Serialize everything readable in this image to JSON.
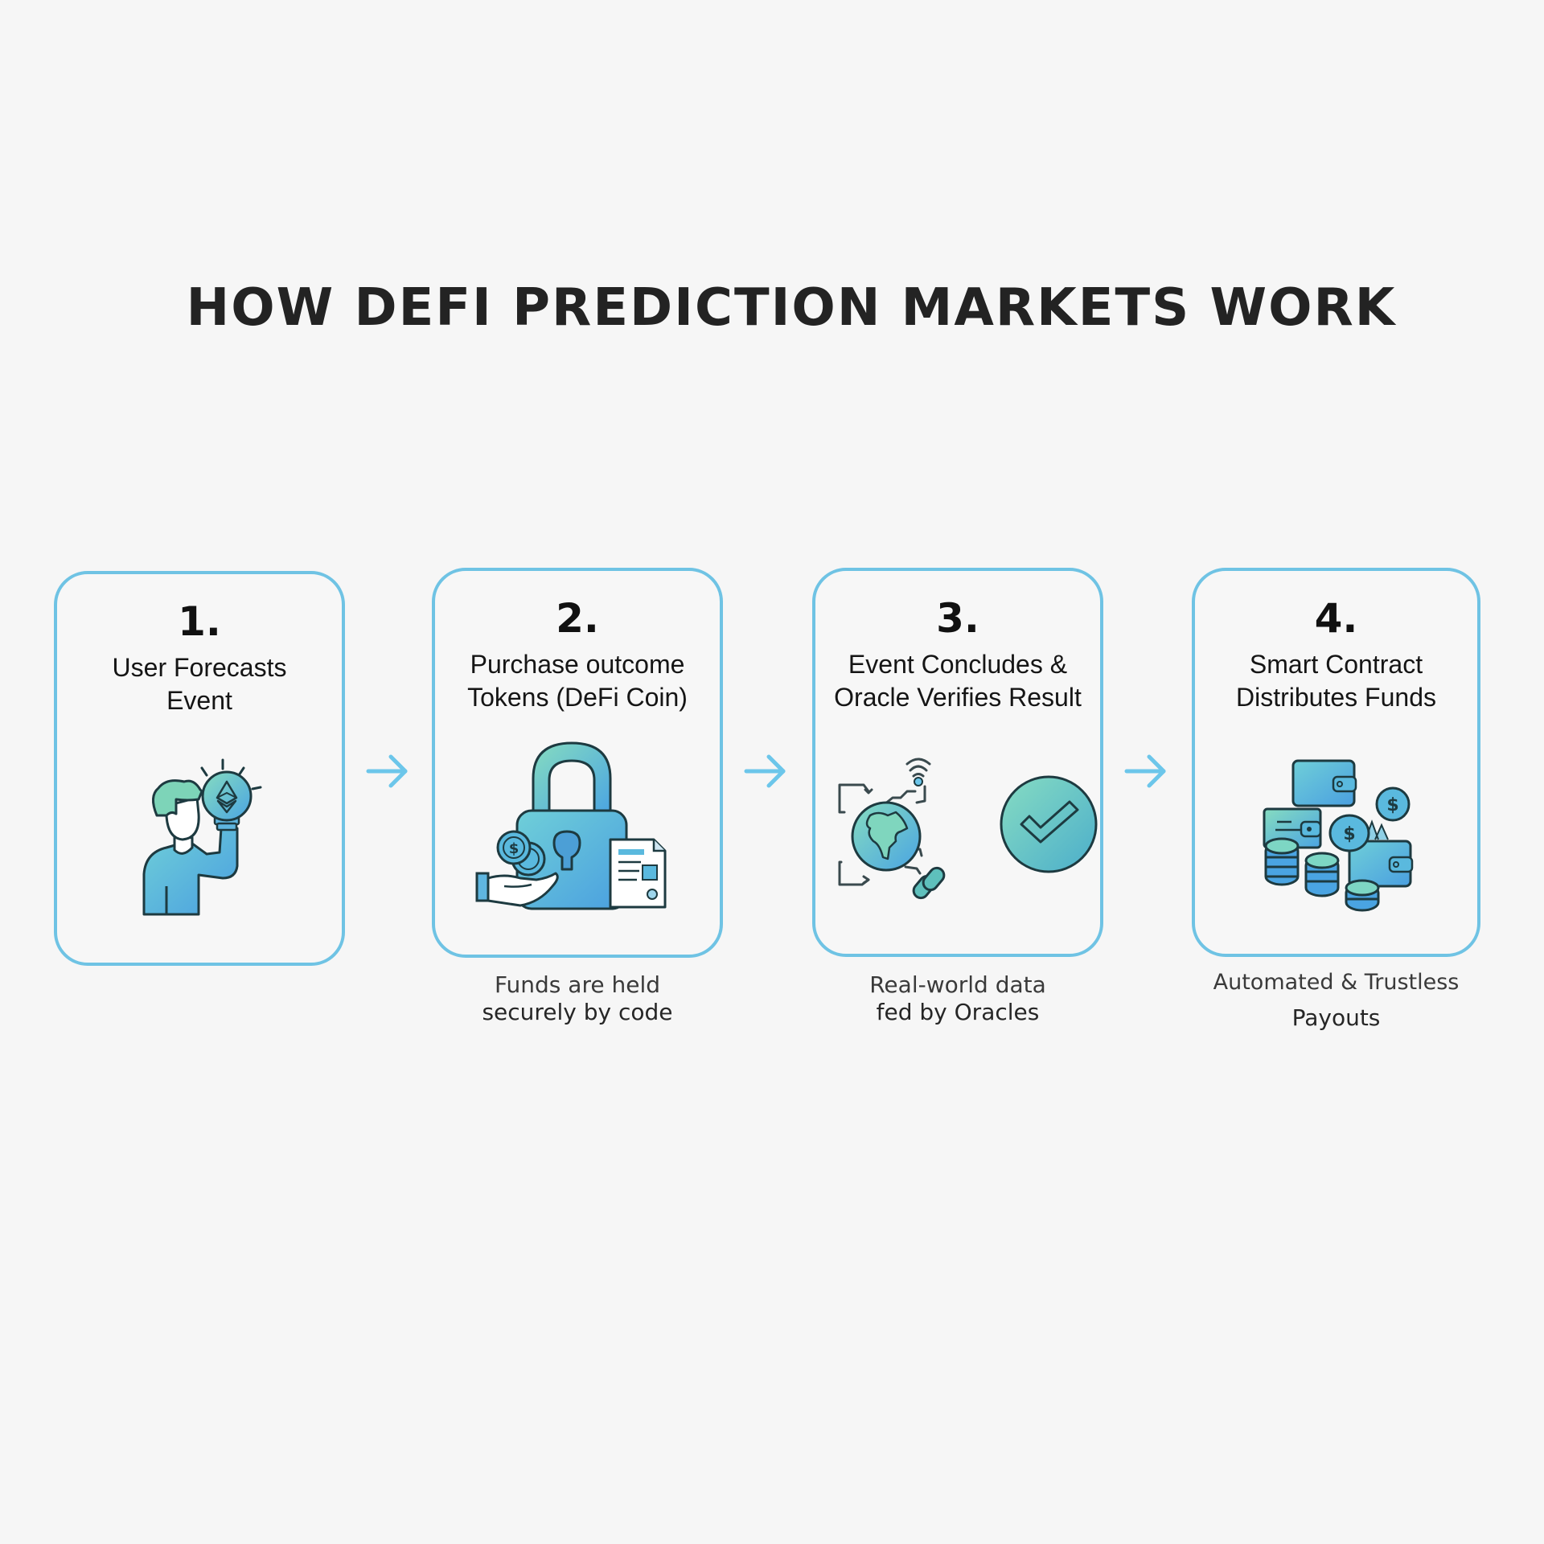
{
  "title": "HOW DEFI PREDICTION MARKETS WORK",
  "colors": {
    "background": "#f6f6f6",
    "card_border": "#6fc3e4",
    "arrow": "#6cc6ea",
    "icon_teal": "#7dd9c0",
    "icon_blue": "#4fa8e0",
    "icon_stroke": "#1d3a40",
    "text": "#151515"
  },
  "steps": [
    {
      "number": "1.",
      "headline_line1": "User Forecasts",
      "headline_line2": "Event",
      "icon": "person-lightbulb-ethereum-icon",
      "caption_line1": "",
      "caption_line2": ""
    },
    {
      "number": "2.",
      "headline_line1": "Purchase outcome",
      "headline_line2": "Tokens (DeFi Coin)",
      "icon": "padlock-coins-contract-icon",
      "caption_line1": "Funds are held",
      "caption_line2": "securely by code"
    },
    {
      "number": "3.",
      "headline_line1": "Event Concludes &",
      "headline_line2": "Oracle Verifies Result",
      "icon": "globe-oracle-checkmark-icon",
      "caption_line1": "Real-world data",
      "caption_line2": "fed by Oracles"
    },
    {
      "number": "4.",
      "headline_line1": "Smart Contract",
      "headline_line2": "Distributes Funds",
      "icon": "wallets-coins-payout-icon",
      "caption_line1": "Automated & Trustless",
      "caption_line2": "Payouts"
    }
  ],
  "arrows": [
    "arrow-right-icon",
    "arrow-right-icon",
    "arrow-right-icon"
  ]
}
